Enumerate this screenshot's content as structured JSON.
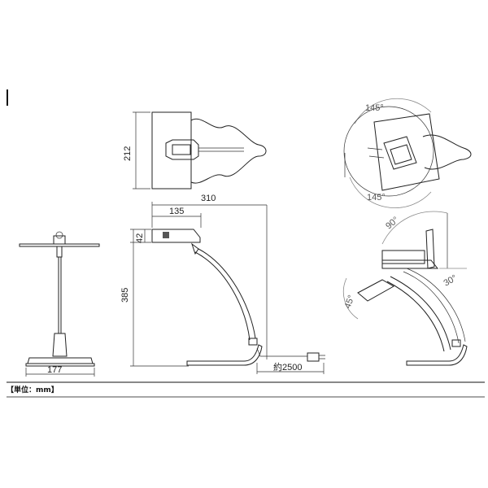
{
  "dimensions": {
    "base_width": "177",
    "depth": "212",
    "total_width": "310",
    "head_length": "135",
    "head_height": "42",
    "total_height": "385",
    "cord_length": "約2500"
  },
  "angles": {
    "rotate_top": "145°",
    "rotate_bottom": "145°",
    "head_tilt": "90°",
    "arm_tilt": "30°",
    "head_down": "45°"
  },
  "unit_label": "【単位：mm】",
  "colors": {
    "line": "#222222",
    "fill": "#ffffff",
    "shade": "#777777"
  }
}
